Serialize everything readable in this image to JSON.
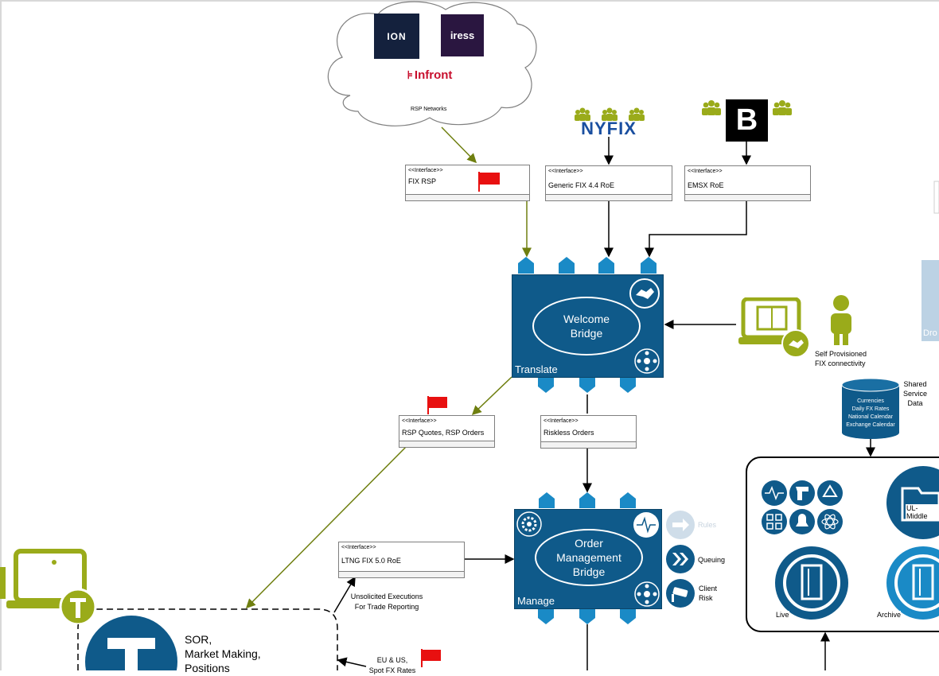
{
  "cloud": {
    "label": "RSP Networks",
    "logos": {
      "ion": "ION",
      "iress": "iress",
      "infront": "Infront"
    }
  },
  "vendors": {
    "nyfix": "NYFIX",
    "bloomberg": "B"
  },
  "interfaces": [
    {
      "id": "fix-rsp",
      "stereotype": "<<Interface>>",
      "name": "FIX RSP"
    },
    {
      "id": "generic-fix",
      "stereotype": "<<Interface>>",
      "name": "Generic FIX 4.4 RoE"
    },
    {
      "id": "emsx",
      "stereotype": "<<Interface>>",
      "name": "EMSX RoE"
    },
    {
      "id": "rsp-quotes",
      "stereotype": "<<Interface>>",
      "name": "RSP Quotes, RSP Orders"
    },
    {
      "id": "riskless",
      "stereotype": "<<Interface>>",
      "name": "Riskless Orders"
    },
    {
      "id": "ltng",
      "stereotype": "<<Interface>>",
      "name": "LTNG FIX 5.0 RoE"
    }
  ],
  "welcome_bridge": {
    "title_line1": "Welcome",
    "title_line2": "Bridge",
    "caption": "Translate"
  },
  "order_bridge": {
    "title_line1": "Order",
    "title_line2": "Management",
    "title_line3": "Bridge",
    "caption": "Manage"
  },
  "side_features": [
    {
      "label_line1": "Rules",
      "label_line2": "",
      "faded": true
    },
    {
      "label_line1": "Queuing",
      "label_line2": "",
      "faded": false
    },
    {
      "label_line1": "Client",
      "label_line2": "Risk",
      "faded": false
    }
  ],
  "self_provisioned": {
    "line1": "Self Provisioned",
    "line2": "FIX connectivity"
  },
  "shared_service": {
    "title_line1": "Shared",
    "title_line2": "Service",
    "title_line3": "Data",
    "items": [
      "Currencies",
      "Daily FX Rates",
      "National Calendar",
      "Exchange Calendar"
    ]
  },
  "ul_panel": {
    "ul_middle": "UL-Middle",
    "live": "Live",
    "archive": "Archive"
  },
  "edge_labels": {
    "unsolicited_line1": "Unsolicited Executions",
    "unsolicited_line2": "For Trade Reporting",
    "eu_line1": "EU & US,",
    "eu_line2": "Spot FX Rates"
  },
  "sor": {
    "line1": "SOR,",
    "line2": "Market Making,",
    "line3": "Positions"
  },
  "dro_fragment": "Dro",
  "colors": {
    "bridge": "#0f5a8a",
    "olive": "#9aab1a",
    "flag": "#e81010",
    "arrow_olive": "#6f7f10"
  }
}
